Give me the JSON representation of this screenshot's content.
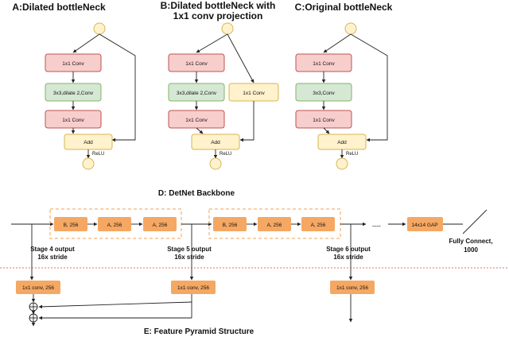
{
  "titles": {
    "a": "A:Dilated bottleNeck",
    "b1": "B:Dilated bottleNeck with",
    "b2": "1x1 conv projection",
    "c": "C:Original bottleNeck",
    "d": "D: DetNet Backbone",
    "e": "E: Feature Pyramid Structure"
  },
  "block_a": {
    "conv1": "1x1 Conv",
    "conv2": "3x3,dilate 2,Conv",
    "conv3": "1x1 Conv",
    "add": "Add",
    "relu": "ReLU"
  },
  "block_b": {
    "conv1": "1x1 Conv",
    "conv2": "3x3,dilate 2,Conv",
    "conv3": "1x1 Conv",
    "proj": "1x1 Conv",
    "add": "Add",
    "relu": "ReLU"
  },
  "block_c": {
    "conv1": "1x1 Conv",
    "conv2": "3x3,Conv",
    "conv3": "1x1 Conv",
    "add": "Add",
    "relu": "ReLU"
  },
  "backbone": {
    "group1": [
      "B, 256",
      "A, 256",
      "A, 256"
    ],
    "group2": [
      "B, 256",
      "A, 256",
      "A, 256"
    ],
    "ellipsis": "......",
    "gap": "14x14 GAP",
    "fc1": "Fully Connect,",
    "fc2": "1000"
  },
  "stages": [
    {
      "line1": "Stage 4 output",
      "line2": "16x stride",
      "conv": "1x1 conv, 256"
    },
    {
      "line1": "Stage 5 output",
      "line2": "16x stride",
      "conv": "1x1 conv, 256"
    },
    {
      "line1": "Stage 6 output",
      "line2": "16x stride",
      "conv": "1x1 conv, 256"
    }
  ],
  "colors": {
    "red_fill": "#f8cecc",
    "red_stroke": "#b85450",
    "green_fill": "#d5e8d4",
    "green_stroke": "#82b366",
    "yellow_fill": "#fff2cc",
    "yellow_stroke": "#d6b656",
    "orange_fill": "#f5a863",
    "dash_orange": "#f0a050",
    "divider_red": "#e04040"
  }
}
